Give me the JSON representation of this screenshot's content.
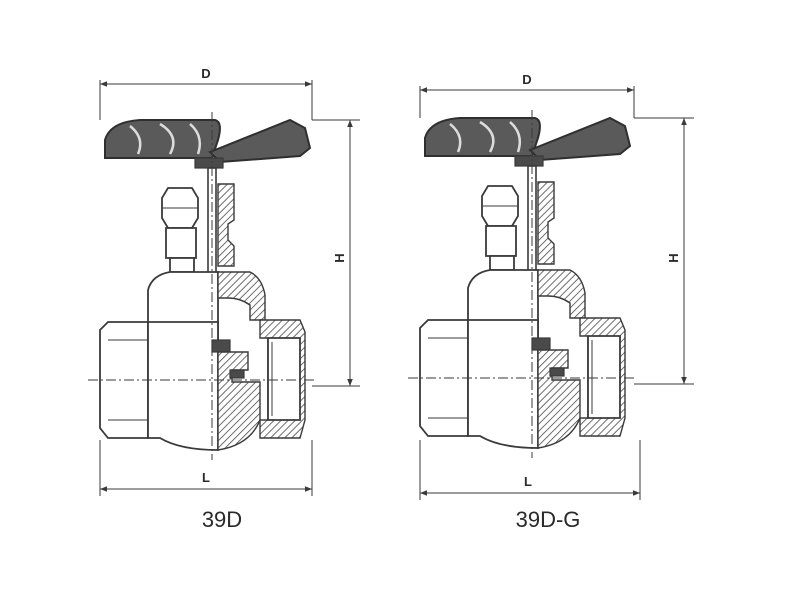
{
  "figures": [
    {
      "caption": "39D",
      "width_label": "D",
      "height_label": "H",
      "length_label": "L"
    },
    {
      "caption": "39D-G",
      "width_label": "D",
      "height_label": "H",
      "length_label": "L"
    }
  ],
  "colors": {
    "line": "#3a3a3a",
    "handle": "#5a5a5a",
    "background": "#ffffff"
  }
}
